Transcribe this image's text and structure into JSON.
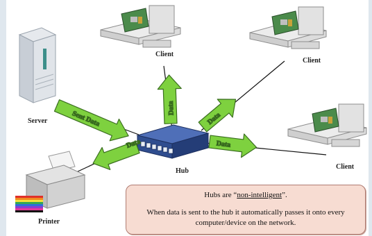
{
  "labels": {
    "server": "Server",
    "client_top": "Client",
    "client_right": "Client",
    "client_bottom": "Client",
    "hub": "Hub",
    "printer": "Printer"
  },
  "arrows": {
    "server_to_hub": "Sent Data",
    "hub_to_client_top": "Data",
    "hub_to_client_right": "Data",
    "hub_to_client_bottom": "Data",
    "hub_to_printer": "Data"
  },
  "info": {
    "title_prefix": "Hubs are “",
    "title_emph": "non-intelligent",
    "title_suffix": "”.",
    "body": "When data is sent to the hub it automatically passes it onto every computer/device on the network."
  },
  "colors": {
    "arrow_fill": "#7ed13f",
    "arrow_stroke": "#3b6f20",
    "hub_blue": "#2f4d8f",
    "info_bg": "#f7dcd2"
  }
}
